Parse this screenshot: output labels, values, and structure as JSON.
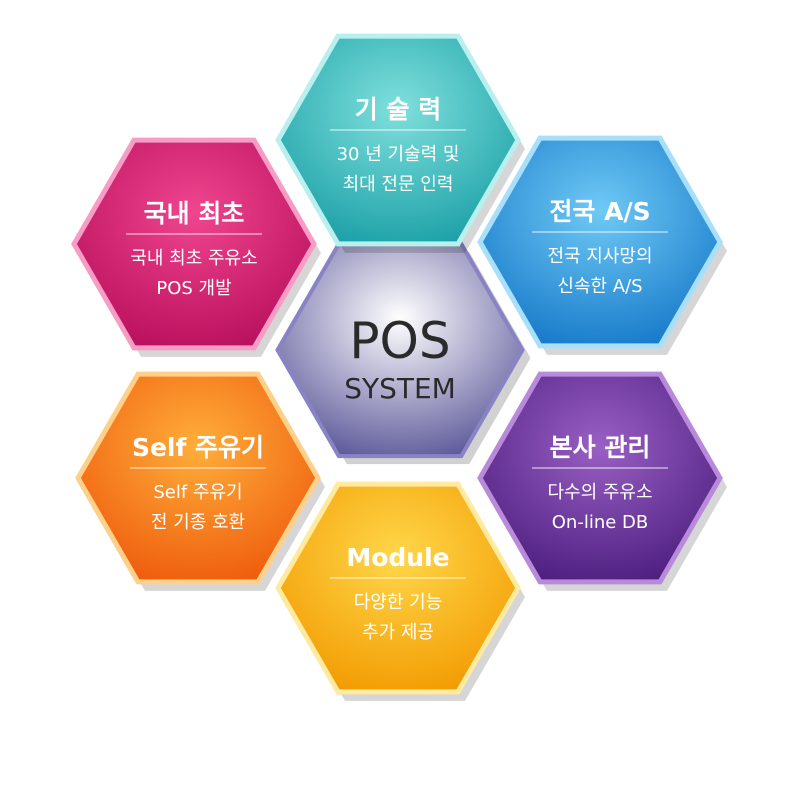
{
  "center": {
    "title": "POS",
    "subtitle": "SYSTEM",
    "colors": {
      "light": "#ffffff",
      "mid": "#c9c6ea",
      "dark": "#5b5799",
      "edge": "#8883c4"
    }
  },
  "hexes": [
    {
      "id": "tech",
      "title": "기 술 력",
      "lines": [
        "30 년 기술력 및",
        "최대 전문 인력"
      ],
      "colors": {
        "light": "#7fe0dc",
        "dark": "#1a9fa6",
        "edge": "#b9f0ee"
      }
    },
    {
      "id": "as",
      "title": "전국 A/S",
      "lines": [
        "전국 지사망의",
        "신속한 A/S"
      ],
      "colors": {
        "light": "#6fcaf5",
        "dark": "#1678c9",
        "edge": "#a8e0fb"
      }
    },
    {
      "id": "hq",
      "title": "본사 관리",
      "lines": [
        "다수의 주유소",
        "On-line DB"
      ],
      "colors": {
        "light": "#9a5fc4",
        "dark": "#4b1e7e",
        "edge": "#b98ad9"
      }
    },
    {
      "id": "module",
      "title": "Module",
      "lines": [
        "다양한 기능",
        "추가 제공"
      ],
      "colors": {
        "light": "#ffd74a",
        "dark": "#f29a00",
        "edge": "#ffeaa0"
      }
    },
    {
      "id": "self",
      "title": "Self 주유기",
      "lines": [
        "Self 주유기",
        "전 기종 호환"
      ],
      "colors": {
        "light": "#ffae3a",
        "dark": "#ee5a0c",
        "edge": "#ffd08a"
      }
    },
    {
      "id": "first",
      "title": "국내 최초",
      "lines": [
        "국내 최초 주유소",
        "POS 개발"
      ],
      "colors": {
        "light": "#f0458f",
        "dark": "#b80f5c",
        "edge": "#f79cc4"
      }
    }
  ]
}
